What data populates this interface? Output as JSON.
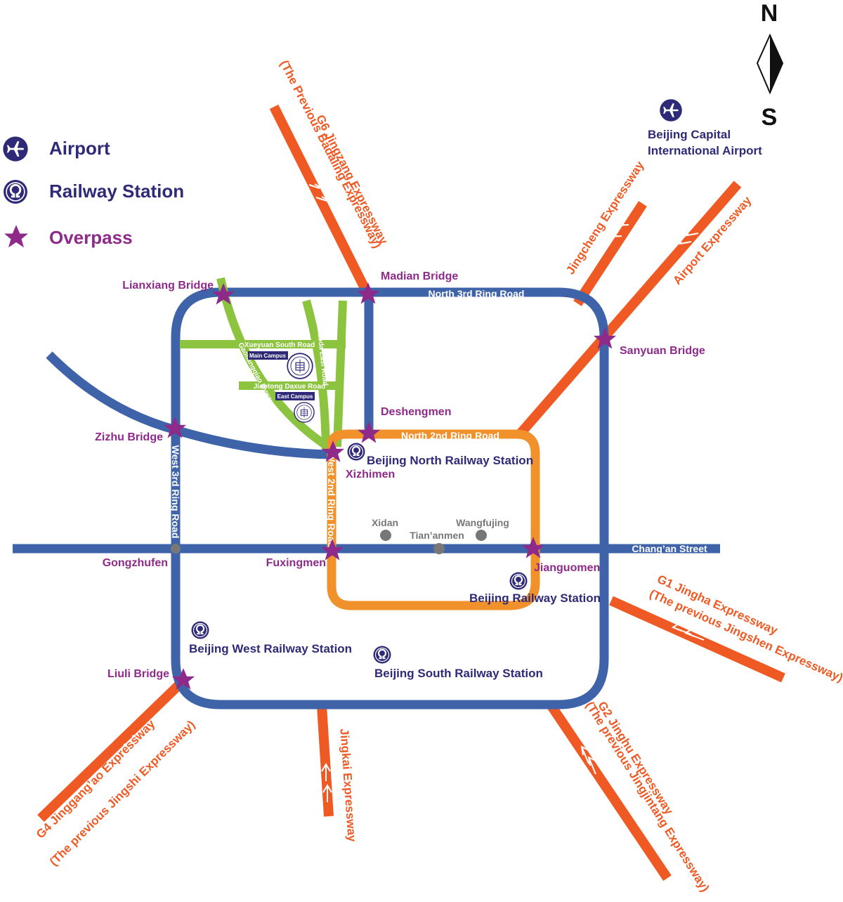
{
  "compass": {
    "north": "N",
    "south": "S"
  },
  "legend": [
    {
      "label": "Airport",
      "icon": "airport-icon",
      "color": "#2e2a78"
    },
    {
      "label": "Railway Station",
      "icon": "railway-station-icon",
      "color": "#2e2a78"
    },
    {
      "label": "Overpass",
      "icon": "overpass-star-icon",
      "color": "#8e2a8a"
    }
  ],
  "colors": {
    "third_ring": "#3f63a8",
    "second_ring": "#f0912b",
    "expressway": "#ef5a24",
    "campus_roads": "#8cc43f",
    "overpass": "#8e2a8a",
    "station": "#2e2a78",
    "landmark": "#777777"
  },
  "airport": {
    "line1": "Beijing Capital",
    "line2": "International Airport"
  },
  "stations": {
    "north": "Beijing North Railway Station",
    "beijing": "Beijing Railway Station",
    "west": "Beijing West Railway Station",
    "south": "Beijing South Railway Station"
  },
  "overpasses": {
    "lianxiang": "Lianxiang Bridge",
    "madian": "Madian Bridge",
    "sanyuan": "Sanyuan Bridge",
    "deshengmen": "Deshengmen",
    "zizhu": "Zizhu Bridge",
    "xizhimen": "Xizhimen",
    "gongzhufen": "Gongzhufen",
    "fuxingmen": "Fuxingmen",
    "jianguomen": "Jianguomen",
    "liuli": "Liuli Bridge"
  },
  "roads": {
    "north3": "North 3rd Ring Road",
    "north2": "North 2nd Ring Road",
    "west3": "West 3rd Ring Road",
    "west2": "West 2nd Ring Road",
    "changan": "Chang’an Street"
  },
  "campus": {
    "xueyuan_south": "Xueyuan South Road",
    "jiaoda_east": "Jiaoda East Road",
    "gaoliangqiao": "Gaoliangqiao Byway",
    "jiaotong_daxue": "Jiaotong Daxue Road",
    "main_campus": "Main Campus",
    "east_campus": "East Campus"
  },
  "landmarks": {
    "xidan": "Xidan",
    "tiananmen": "Tian’anmen",
    "wangfujing": "Wangfujing"
  },
  "expressways": {
    "g6_line1": "G6 Jingzang Expressway",
    "g6_line2": "(The Previous Badaling Expressway)",
    "jingcheng": "Jingcheng Expressway",
    "airport": "Airport Expressway",
    "g1_line1": "G1 Jingha Expressway",
    "g1_line2": "(The previous Jingshen Expressway)",
    "g2_line1": "G2 Jinghu Expressway",
    "g2_line2": "(The previous Jingjintang Expressway)",
    "jingkai": "Jingkai Expressway",
    "g4_line1": "G4 Jinggang’ao Expressway",
    "g4_line2": "(The previous Jingshi Expressway)"
  }
}
